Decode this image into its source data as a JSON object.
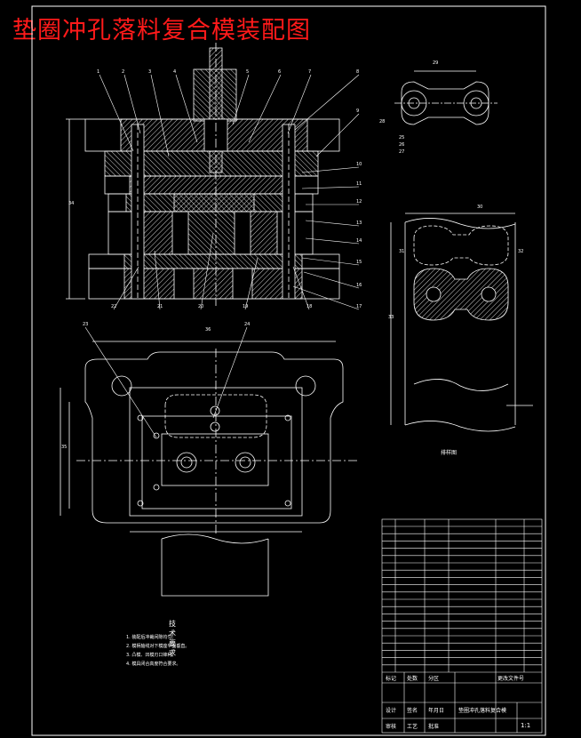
{
  "title": "垫圈冲孔落料复合模装配图",
  "colors": {
    "background": "#000000",
    "lines": "#ffffff",
    "title": "#ff1a1a",
    "hatch": "#d8d8d8"
  },
  "balloons": [
    "1",
    "2",
    "3",
    "4",
    "5",
    "6",
    "7",
    "8",
    "9",
    "10",
    "11",
    "12",
    "13",
    "14",
    "15",
    "16",
    "17",
    "18",
    "19",
    "20",
    "21",
    "22",
    "23",
    "24",
    "25",
    "26",
    "27",
    "28",
    "29",
    "30",
    "31",
    "32",
    "33",
    "34",
    "35",
    "36"
  ],
  "notes": {
    "heading": "技术要求",
    "lines": [
      "1. 装配后冲裁间隙均匀。",
      "2. 模柄轴线对下模座平面垂直。",
      "3. 凸模、凹模刃口锋利。",
      "4. 模具闭合高度符合要求。"
    ]
  },
  "part_view_label": "排样图",
  "title_block": {
    "drawing_name": "垫圈冲孔落料复合模",
    "ratio": "1:1",
    "labels": [
      "标记",
      "处数",
      "分区",
      "更改文件号",
      "签名",
      "年月日",
      "设计",
      "审核",
      "工艺",
      "批准"
    ]
  }
}
